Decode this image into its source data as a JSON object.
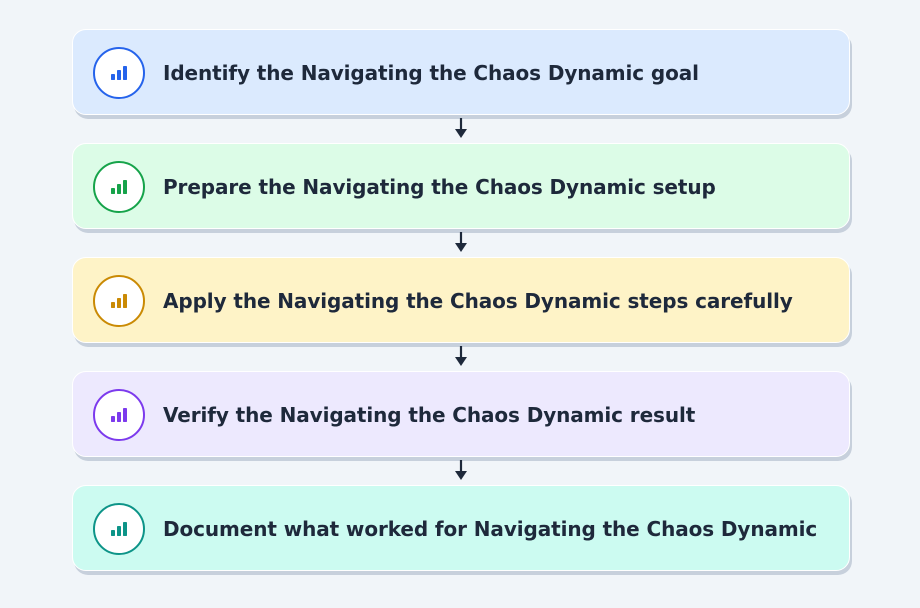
{
  "steps": [
    {
      "label": "Identify the Navigating the Chaos Dynamic goal",
      "icon": "bar-chart-icon",
      "bg": "#dbeafe",
      "accent": "#2563eb"
    },
    {
      "label": "Prepare the Navigating the Chaos Dynamic setup",
      "icon": "bar-chart-icon",
      "bg": "#dcfce7",
      "accent": "#16a34a"
    },
    {
      "label": "Apply the Navigating the Chaos Dynamic steps carefully",
      "icon": "bar-chart-icon",
      "bg": "#fef3c7",
      "accent": "#ca8a04"
    },
    {
      "label": "Verify the Navigating the Chaos Dynamic result",
      "icon": "bar-chart-icon",
      "bg": "#ede9fe",
      "accent": "#7c3aed"
    },
    {
      "label": "Document what worked for Navigating the Chaos Dynamic",
      "icon": "bar-chart-icon",
      "bg": "#ccfbf1",
      "accent": "#0d9488"
    }
  ],
  "colors": {
    "page_bg": "#f1f5f9",
    "text": "#1e293b",
    "arrow": "#1e293b"
  }
}
